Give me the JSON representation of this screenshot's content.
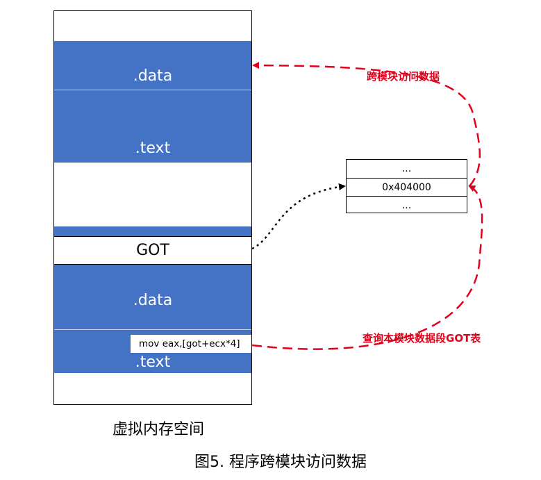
{
  "memory": {
    "segments": [
      ".data",
      ".text",
      "GOT",
      ".data",
      ".text"
    ],
    "instruction": "mov eax,[got+ecx*4]",
    "caption": "虚拟内存空间"
  },
  "got_table": {
    "rows": [
      "...",
      "0x404000",
      "..."
    ]
  },
  "arrows": {
    "top_label": "跨模块访问数据",
    "bottom_label": "查询本模块数据段GOT表"
  },
  "figure_caption": "图5.  程序跨模块访问数据",
  "colors": {
    "segment_fill": "#4472c4",
    "arrow_red": "#e3001b",
    "arrow_black": "#000000"
  }
}
